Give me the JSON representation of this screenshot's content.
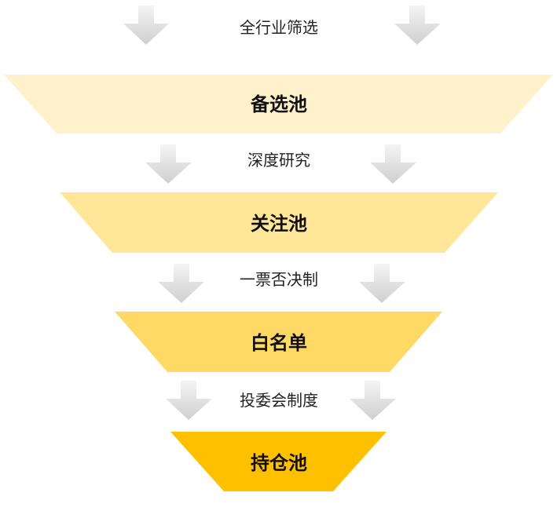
{
  "colors": {
    "stage_fill": [
      "#FFF1CC",
      "#FFE699",
      "#FFD966",
      "#FFC000"
    ],
    "arrow_fill": "#D9D9D9"
  },
  "stages": [
    {
      "label": "备选池"
    },
    {
      "label": "关注池"
    },
    {
      "label": "白名单"
    },
    {
      "label": "持仓池"
    }
  ],
  "steps": [
    {
      "label": "全行业筛选"
    },
    {
      "label": "深度研究"
    },
    {
      "label": "一票否决制"
    },
    {
      "label": "投委会制度"
    }
  ]
}
